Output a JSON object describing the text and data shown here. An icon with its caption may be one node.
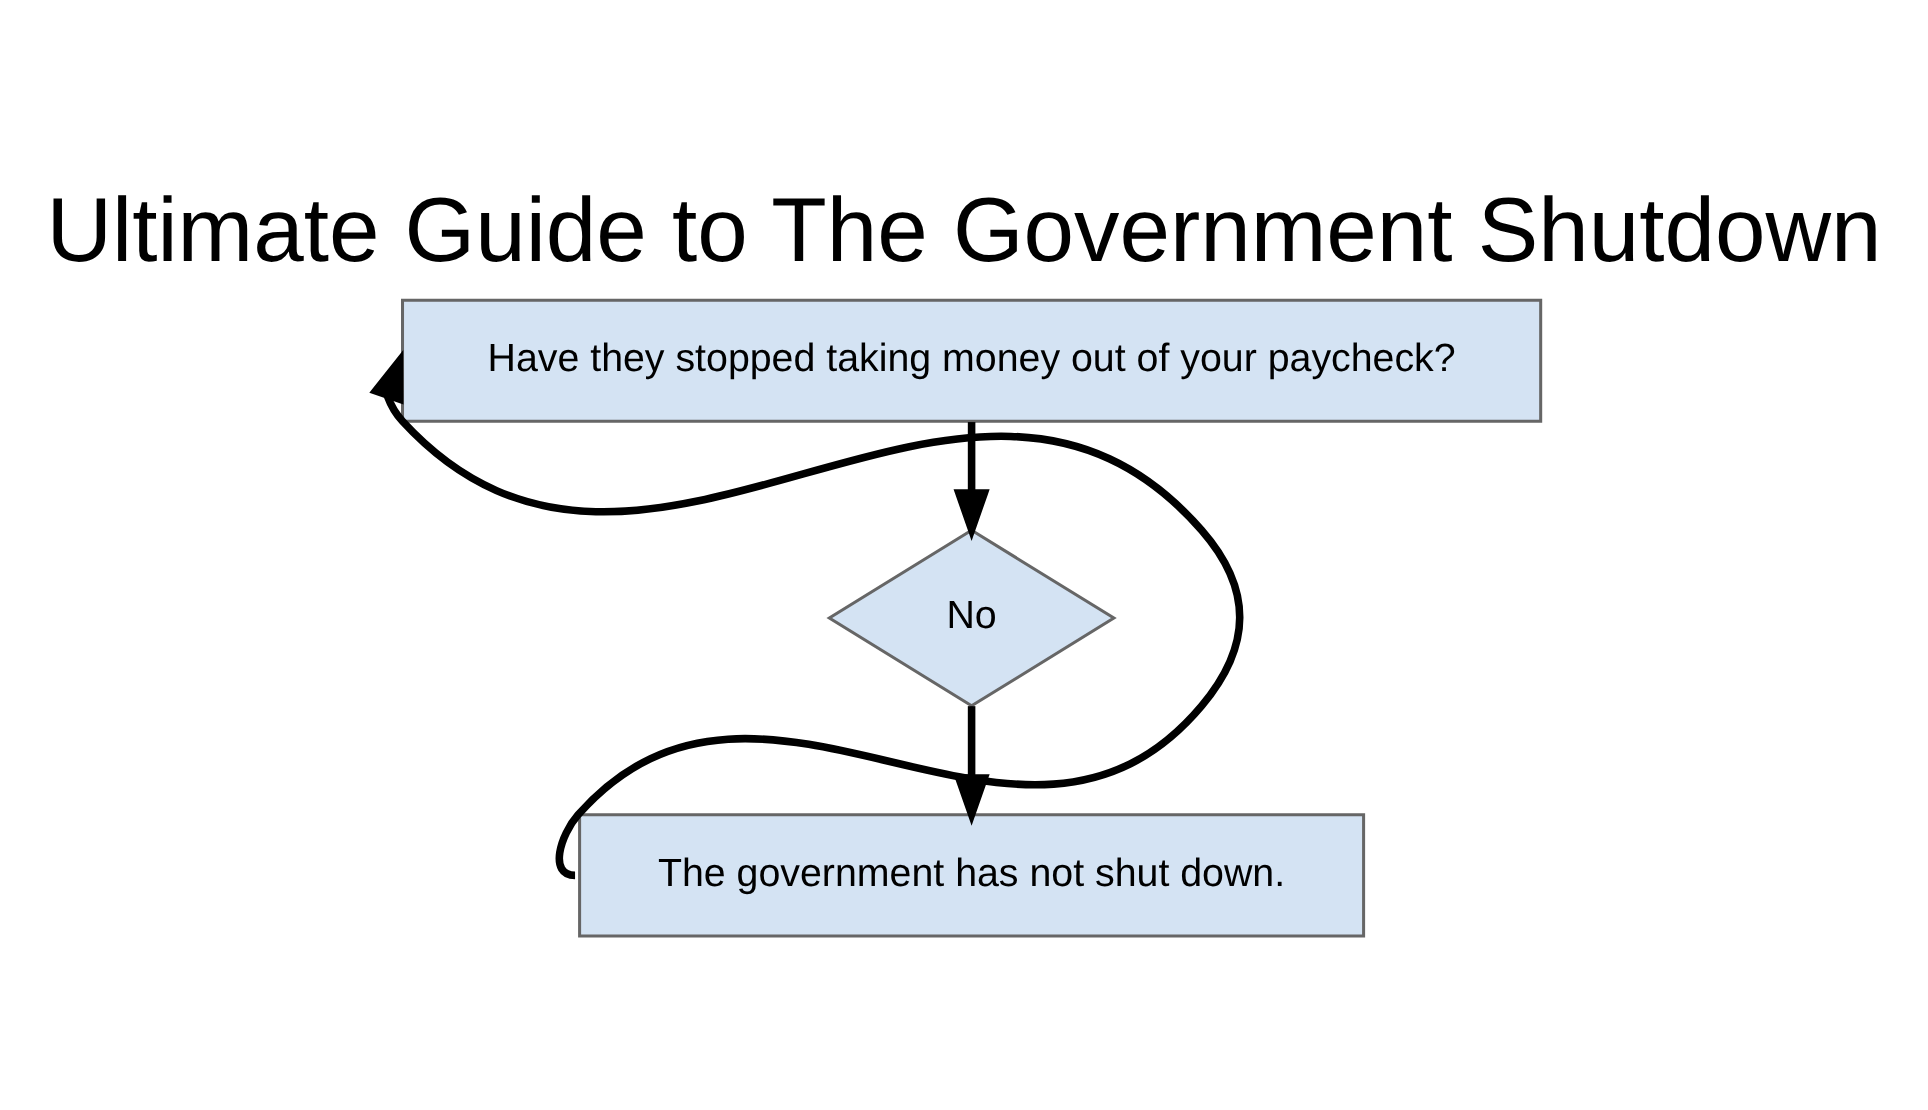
{
  "diagram": {
    "title": "Ultimate Guide to The Government Shutdown",
    "nodes": [
      {
        "text": [
          "Have they stopped taking money out of your paycheck?"
        ]
      },
      {
        "text": [
          "No"
        ]
      },
      {
        "text": [
          "The government has not shut down."
        ]
      }
    ],
    "edges": [
      {
        "from": 0,
        "to": 1,
        "arrow": "to"
      },
      {
        "from": 1,
        "to": 2,
        "arrow": "to"
      },
      {
        "from": 2,
        "to": 0,
        "arrow": "to"
      }
    ]
  }
}
